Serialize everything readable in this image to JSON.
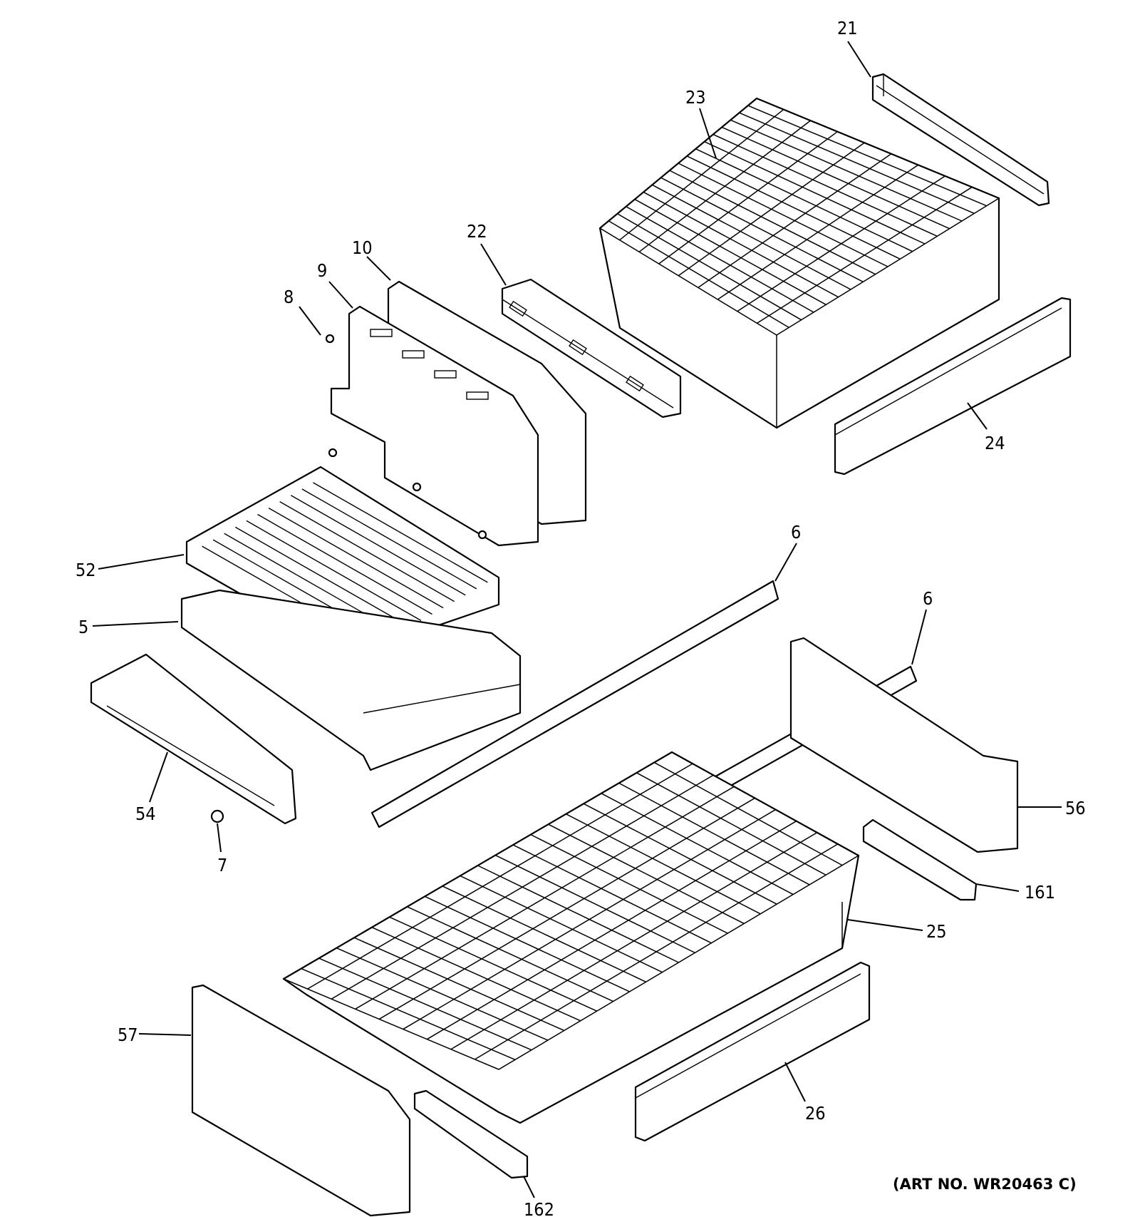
{
  "diagram": {
    "art_number": "(ART NO. WR20463 C)",
    "callouts": [
      {
        "id": "c21",
        "label": "21"
      },
      {
        "id": "c23",
        "label": "23"
      },
      {
        "id": "c22",
        "label": "22"
      },
      {
        "id": "c10",
        "label": "10"
      },
      {
        "id": "c9",
        "label": "9"
      },
      {
        "id": "c8",
        "label": "8"
      },
      {
        "id": "c24",
        "label": "24"
      },
      {
        "id": "c6a",
        "label": "6"
      },
      {
        "id": "c6b",
        "label": "6"
      },
      {
        "id": "c52",
        "label": "52"
      },
      {
        "id": "c5",
        "label": "5"
      },
      {
        "id": "c54",
        "label": "54"
      },
      {
        "id": "c7",
        "label": "7"
      },
      {
        "id": "c56",
        "label": "56"
      },
      {
        "id": "c161",
        "label": "161"
      },
      {
        "id": "c25",
        "label": "25"
      },
      {
        "id": "c57",
        "label": "57"
      },
      {
        "id": "c26",
        "label": "26"
      },
      {
        "id": "c162",
        "label": "162"
      }
    ]
  }
}
